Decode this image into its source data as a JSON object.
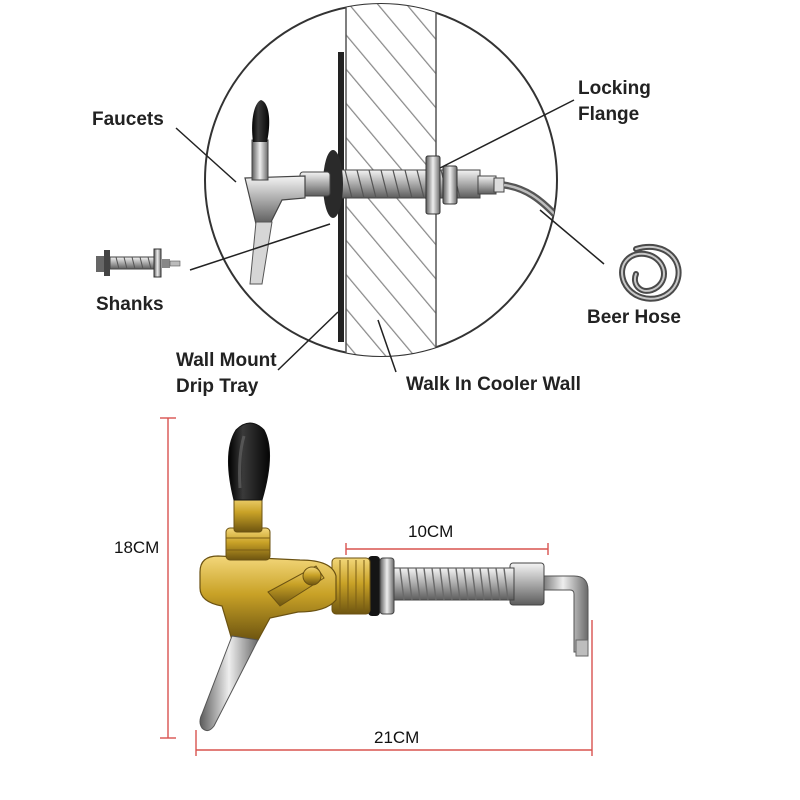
{
  "diagram": {
    "labels": {
      "faucets": "Faucets",
      "shanks": "Shanks",
      "locking_flange_line1": "Locking",
      "locking_flange_line2": "Flange",
      "beer_hose": "Beer Hose",
      "drip_tray_line1": "Wall Mount",
      "drip_tray_line2": "Drip Tray",
      "cooler_wall": "Walk In Cooler Wall"
    }
  },
  "dimensions": {
    "height": "18CM",
    "shank_length": "10CM",
    "total_length": "21CM"
  },
  "colors": {
    "dimension_line": "#d9534f",
    "brass": "#c9a227",
    "wall_hatch": "#888888",
    "text": "#222222"
  }
}
